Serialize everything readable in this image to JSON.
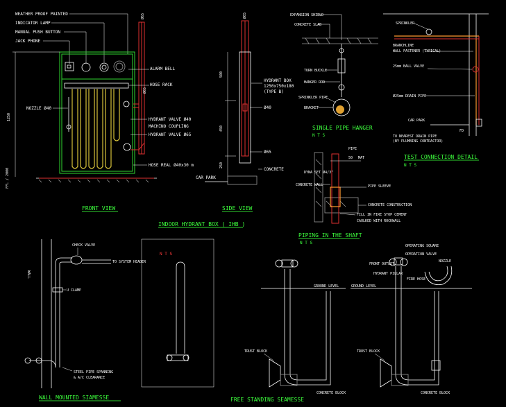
{
  "front": {
    "labels": {
      "weatherproof": "WEATHER PROOF PAINTED",
      "indicator": "INDICATOR LAMP",
      "push_button": "MANUAL PUSH BUTTON",
      "jack": "JACK PHONE",
      "alarm_bell": "ALARM BELL",
      "hose_rack": "HOSE RACK",
      "nozzle": "NOZZLE Ø40",
      "hydrant_valve1": "HYDRANT VALVE Ø40",
      "coupling": "MACHINO COUPLING",
      "hydrant_valve2": "HYDRANT VALVE Ø65",
      "hose_reel": "HOSE REAL Ø40x30 m",
      "dim_total": "1250",
      "dim_floor": "FFL / 2000",
      "pipe_top": "Ø65",
      "pipe_side": "Ø65"
    },
    "title": "FRONT VIEW"
  },
  "side": {
    "labels": {
      "pipe_top": "Ø65",
      "box": "HYDRANT BOX",
      "box_size": "1250x750x180",
      "box_type": "(TYPE B)",
      "pipe_mid": "Ø40",
      "pipe_low": "Ø65",
      "concrete": "CONCRETE",
      "car_park": "CAR PARK",
      "dim1": "500",
      "dim2": "450",
      "dim3": "250"
    },
    "title": "SIDE VIEW"
  },
  "ihb_title": "INDOOR HYDRANT BOX ( IHB )",
  "hanger": {
    "labels": {
      "expansion": "EXPANSION SHIELD",
      "slab": "CONCRETE SLAB",
      "turnbuckle": "TURN BUCKLE",
      "hanger_rod": "HANGER ROD",
      "sprinkler_pipe": "SPRINKLER PIPE",
      "bracket": "BRACKET"
    },
    "title": "SINGLE PIPE HANGER",
    "nts": "N T S"
  },
  "test": {
    "labels": {
      "sprinkler": "SPRINKLER",
      "branchline": "BRANCHLINE",
      "wall_fastener": "WALL FASTENER (TYPICAL)",
      "valve": "25mm BALL VALVE",
      "drain": "Ø25mm DRAIN PIPE",
      "car_park": "CAR PARK",
      "nearest_drain": "TO NEAREST DRAIN PIPE",
      "by_plumbing": "(BY PLUMBING CONTRACTOR)",
      "fd": "FD"
    },
    "title": "TEST CONNECTION DETAIL",
    "nts": "N T S"
  },
  "shaft": {
    "labels": {
      "pipe": "PIPE",
      "dim_a": "50",
      "dim_b": "MAT",
      "dyna_set": "DYNA SET Ø4/3\"",
      "concrete_wall": "CONCRETE WALL",
      "pipe_sleeve": "PIPE SLEEVE",
      "concrete_construction": "CONCRETE CONSTRUCTION",
      "fill": "FILL IN FIRE STOP CEMENT",
      "caulked": "CAULKED WITH ROCKWALL"
    },
    "title": "PIPING IN THE SHAFT",
    "nts": "N T S"
  },
  "wall_siamese": {
    "labels": {
      "check_valve": "CHECK VALVE",
      "to_header": "TO SYSTEM HEADER",
      "wall": "WALL",
      "u_clamp": "U CLAMP",
      "steel_pipe": "STEEL PIPE SPANNING",
      "clearance": "& A/C CLEARANCE"
    },
    "title": "WALL MOUNTED SIAMESSE",
    "nts": "N T S"
  },
  "free_siamese": {
    "labels": {
      "ground_level": "GROUND LEVEL",
      "thrust_block": "TRUST BLOCK",
      "concrete_block": "CONCRETE BLOCK",
      "front_outlet": "FRONT OUTLET",
      "hydrant_pillar": "HYDRANT PILLAR",
      "operating_square": "OPERATING SQUARE",
      "operating_valve": "OPERATION VALVE",
      "fire_hose": "FIRE HOSE",
      "nozzle": "NOZZLE",
      "ground_level2": "GROUND LEVEL",
      "thrust_block2": "TRUST BLOCK",
      "concrete_block2": "CONCRETE BLOCK"
    },
    "title": "FREE STANDING SEAMESSE"
  },
  "colors": {
    "background": "#000000",
    "line": "#ffffff",
    "title_green": "#3dff3d",
    "pipe_red": "#e03030",
    "hose_yellow": "#d7c23a",
    "box_green": "#31d631"
  }
}
